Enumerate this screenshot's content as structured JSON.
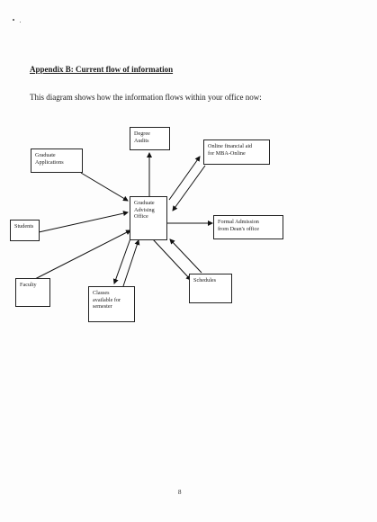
{
  "document": {
    "heading": "Appendix B: Current flow of information",
    "intro": "This diagram shows how the information flows within your office now:",
    "page_number": "8"
  },
  "diagram": {
    "center": {
      "lines": [
        "Graduate",
        "Advising",
        "Office"
      ]
    },
    "nodes": {
      "degree_audits": {
        "lines": [
          "Degree",
          "Audits"
        ]
      },
      "graduate_applications": {
        "lines": [
          "Graduate",
          "Applications"
        ]
      },
      "online_financial_aid": {
        "lines": [
          "Online financial aid",
          "for MBA-Online"
        ]
      },
      "students": {
        "lines": [
          "Students"
        ]
      },
      "formal_admission": {
        "lines": [
          "Formal Admission",
          "from Dean's office"
        ]
      },
      "faculty": {
        "lines": [
          "Faculty"
        ]
      },
      "classes": {
        "lines": [
          "Classes",
          "available for",
          "semester"
        ]
      },
      "schedules": {
        "lines": [
          "Schedules"
        ]
      }
    }
  }
}
